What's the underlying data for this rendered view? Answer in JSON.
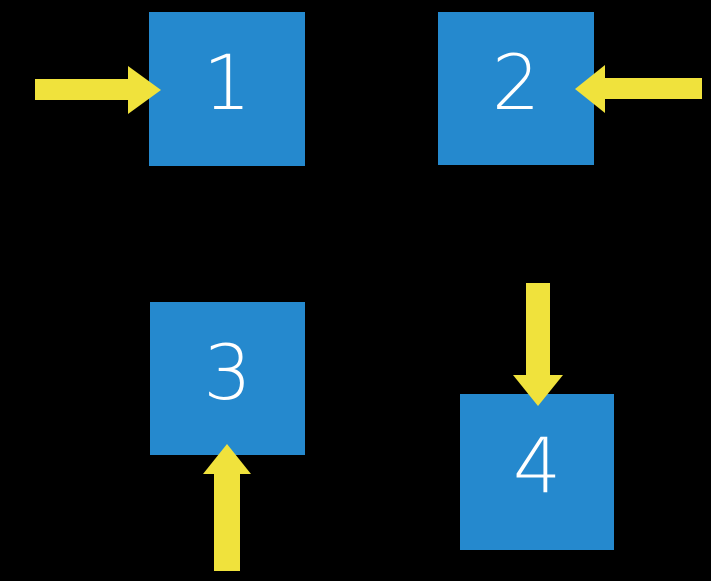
{
  "colors": {
    "background": "#000000",
    "square_fill": "#2589CE",
    "arrow_fill": "#F0E23C",
    "number_text": "#FFFFFF"
  },
  "diagram": {
    "items": [
      {
        "label": "1",
        "arrow_icon": "arrow-right-icon",
        "arrow_points_into": "left-side"
      },
      {
        "label": "2",
        "arrow_icon": "arrow-left-icon",
        "arrow_points_into": "right-side"
      },
      {
        "label": "3",
        "arrow_icon": "arrow-up-icon",
        "arrow_points_into": "bottom-side"
      },
      {
        "label": "4",
        "arrow_icon": "arrow-down-icon",
        "arrow_points_into": "top-side"
      }
    ]
  }
}
